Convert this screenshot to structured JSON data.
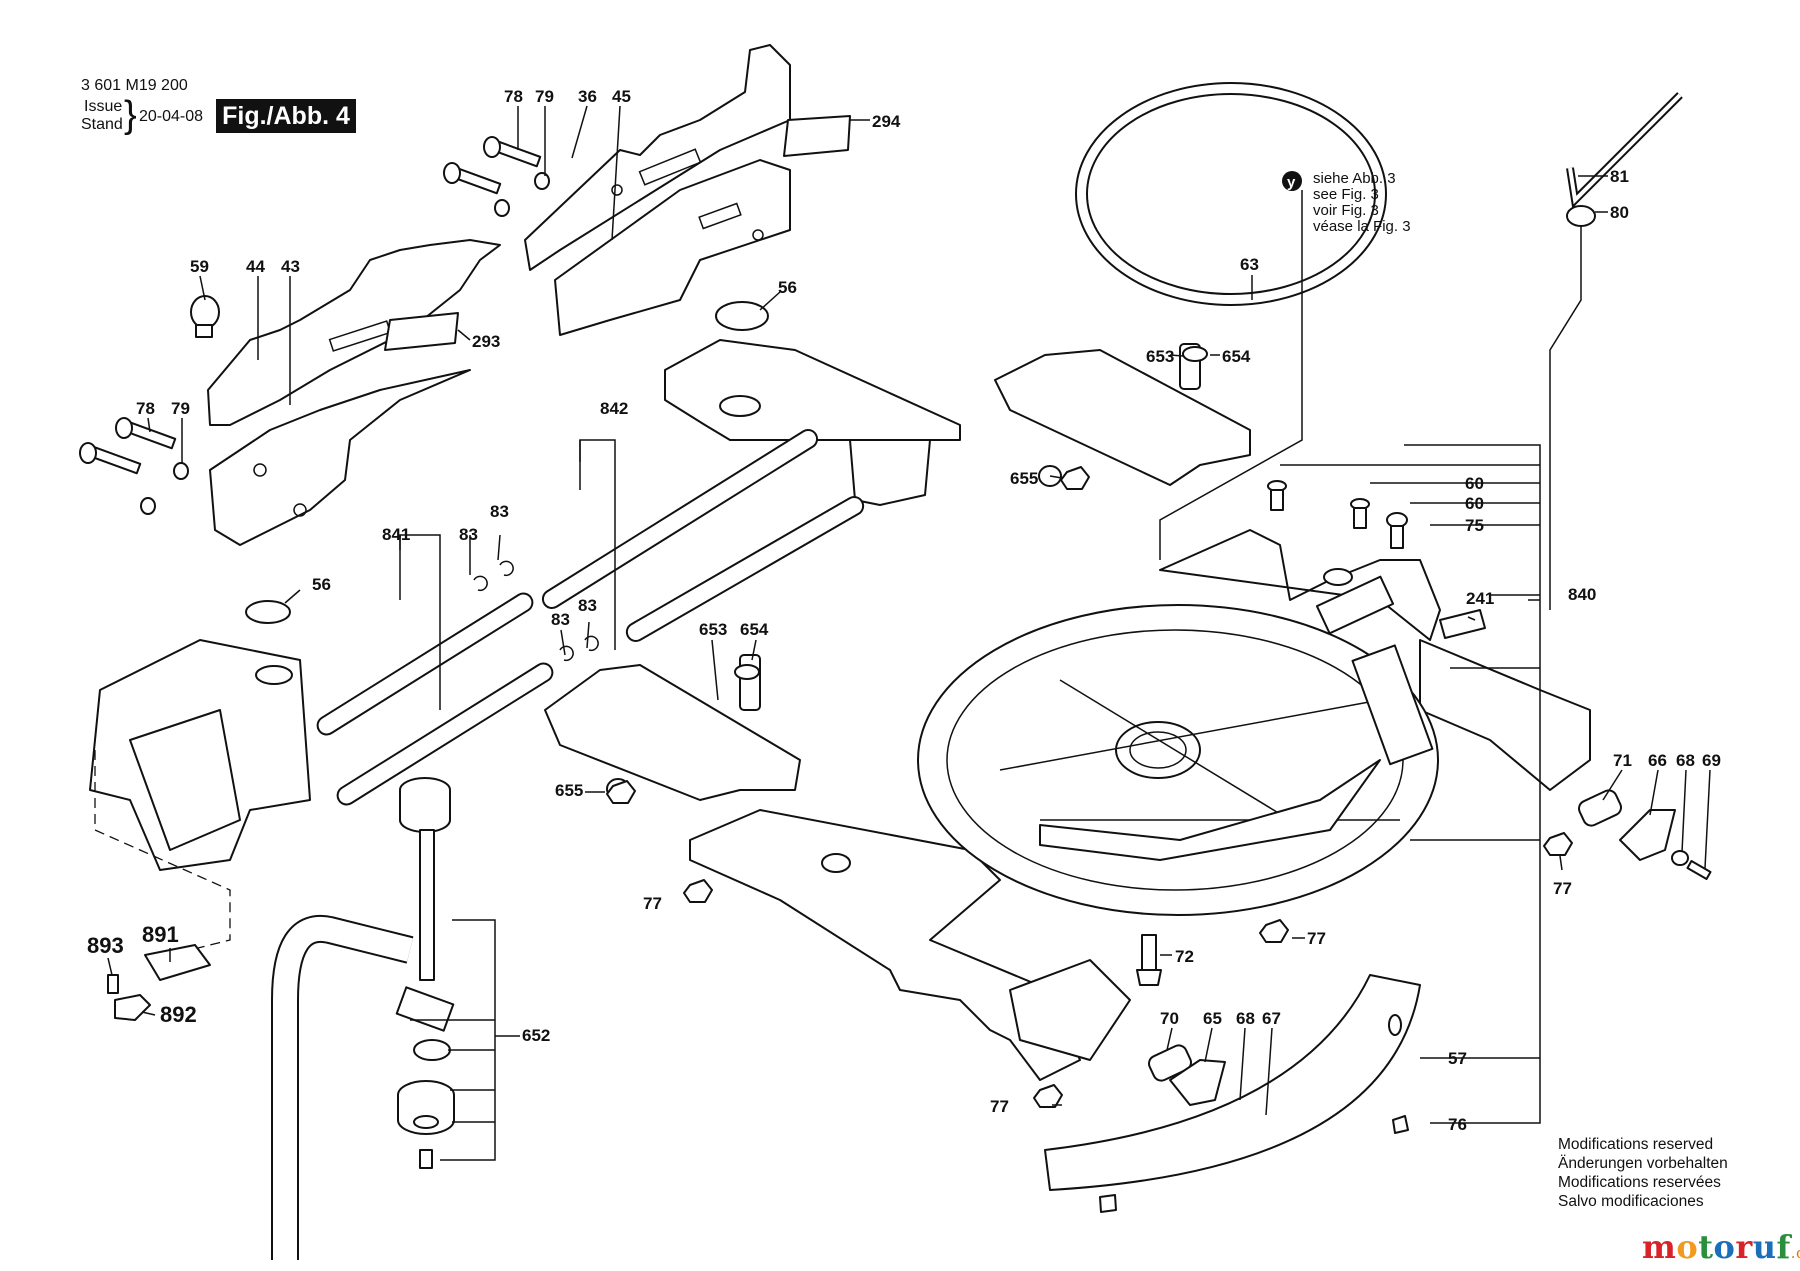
{
  "header": {
    "part_number": "3 601 M19 200",
    "issue_label": "Issue",
    "stand_label": "Stand",
    "issue_date": "20-04-08",
    "figure": "Fig./Abb. 4"
  },
  "reference_note": {
    "marker": "y",
    "lines": [
      "siehe Abb. 3",
      "see Fig. 3",
      "voir Fig. 3",
      "véase la Fig. 3"
    ]
  },
  "labels": {
    "l78a": "78",
    "l79a": "79",
    "l36": "36",
    "l45": "45",
    "l294": "294",
    "l59": "59",
    "l44": "44",
    "l43": "43",
    "l56a": "56",
    "l293": "293",
    "l78b": "78",
    "l79b": "79",
    "l842": "842",
    "l83a": "83",
    "l841": "841",
    "l83b": "83",
    "l56b": "56",
    "l83c": "83",
    "l83d": "83",
    "l653a": "653",
    "l654a": "654",
    "l655a": "655",
    "l891": "891",
    "l893": "893",
    "l892": "892",
    "l652": "652",
    "l63": "63",
    "l81": "81",
    "l80": "80",
    "l653b": "653",
    "l654b": "654",
    "l655b": "655",
    "l60a": "60",
    "l60b": "60",
    "l75": "75",
    "l840": "840",
    "l241": "241",
    "l71": "71",
    "l66": "66",
    "l68a": "68",
    "l69": "69",
    "l77a": "77",
    "l77b": "77",
    "l77c": "77",
    "l77d": "77",
    "l72": "72",
    "l70": "70",
    "l65": "65",
    "l68b": "68",
    "l67": "67",
    "l57": "57",
    "l76": "76"
  },
  "modifications": [
    "Modifications reserved",
    "Änderungen vorbehalten",
    "Modifications reservées",
    "Salvo modificaciones"
  ],
  "watermark": {
    "text": "motoruf",
    "suffix": ".de",
    "colors": [
      "#d8232a",
      "#f29a1f",
      "#2a8f3c",
      "#1a6fb8",
      "#d8232a",
      "#1a6fb8",
      "#2a8f3c"
    ]
  }
}
